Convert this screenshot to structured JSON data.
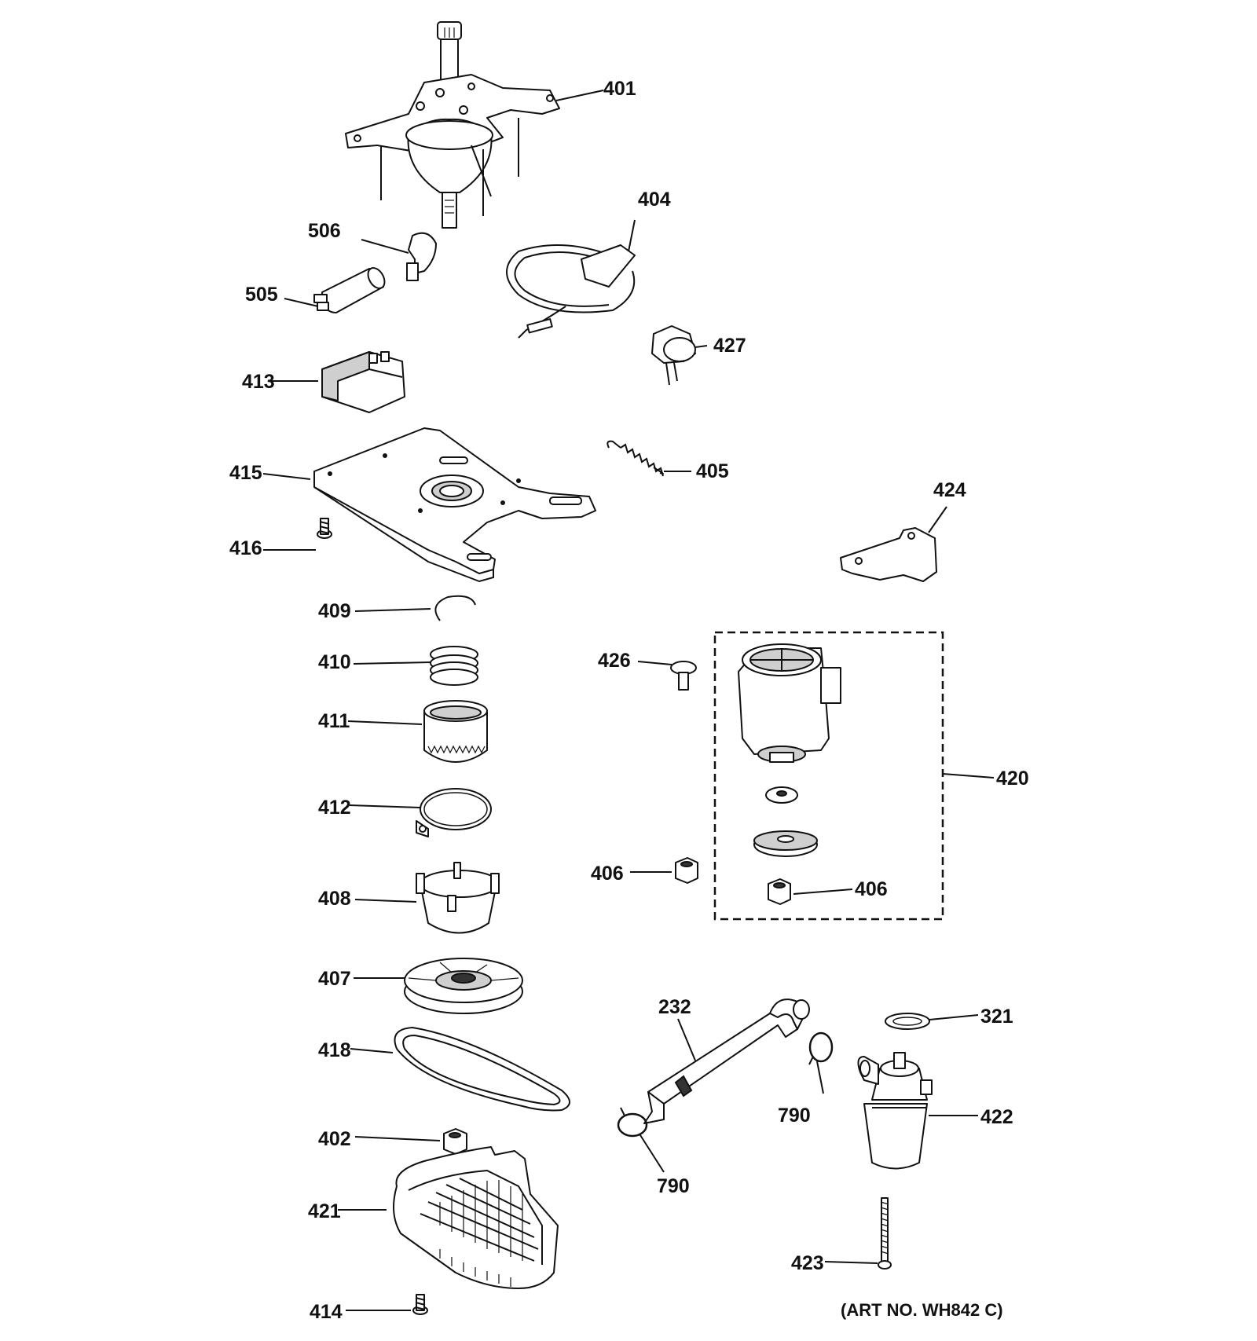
{
  "labels": {
    "p401": "401",
    "p404": "404",
    "p506": "506",
    "p505": "505",
    "p427": "427",
    "p413": "413",
    "p415": "415",
    "p405": "405",
    "p424": "424",
    "p416": "416",
    "p409": "409",
    "p410": "410",
    "p426": "426",
    "p411": "411",
    "p420": "420",
    "p412": "412",
    "p406a": "406",
    "p406b": "406",
    "p408": "408",
    "p407": "407",
    "p232": "232",
    "p321": "321",
    "p418": "418",
    "p790a": "790",
    "p422": "422",
    "p402": "402",
    "p790b": "790",
    "p421": "421",
    "p423": "423",
    "p414": "414"
  },
  "art_number": "(ART NO. WH842 C)"
}
